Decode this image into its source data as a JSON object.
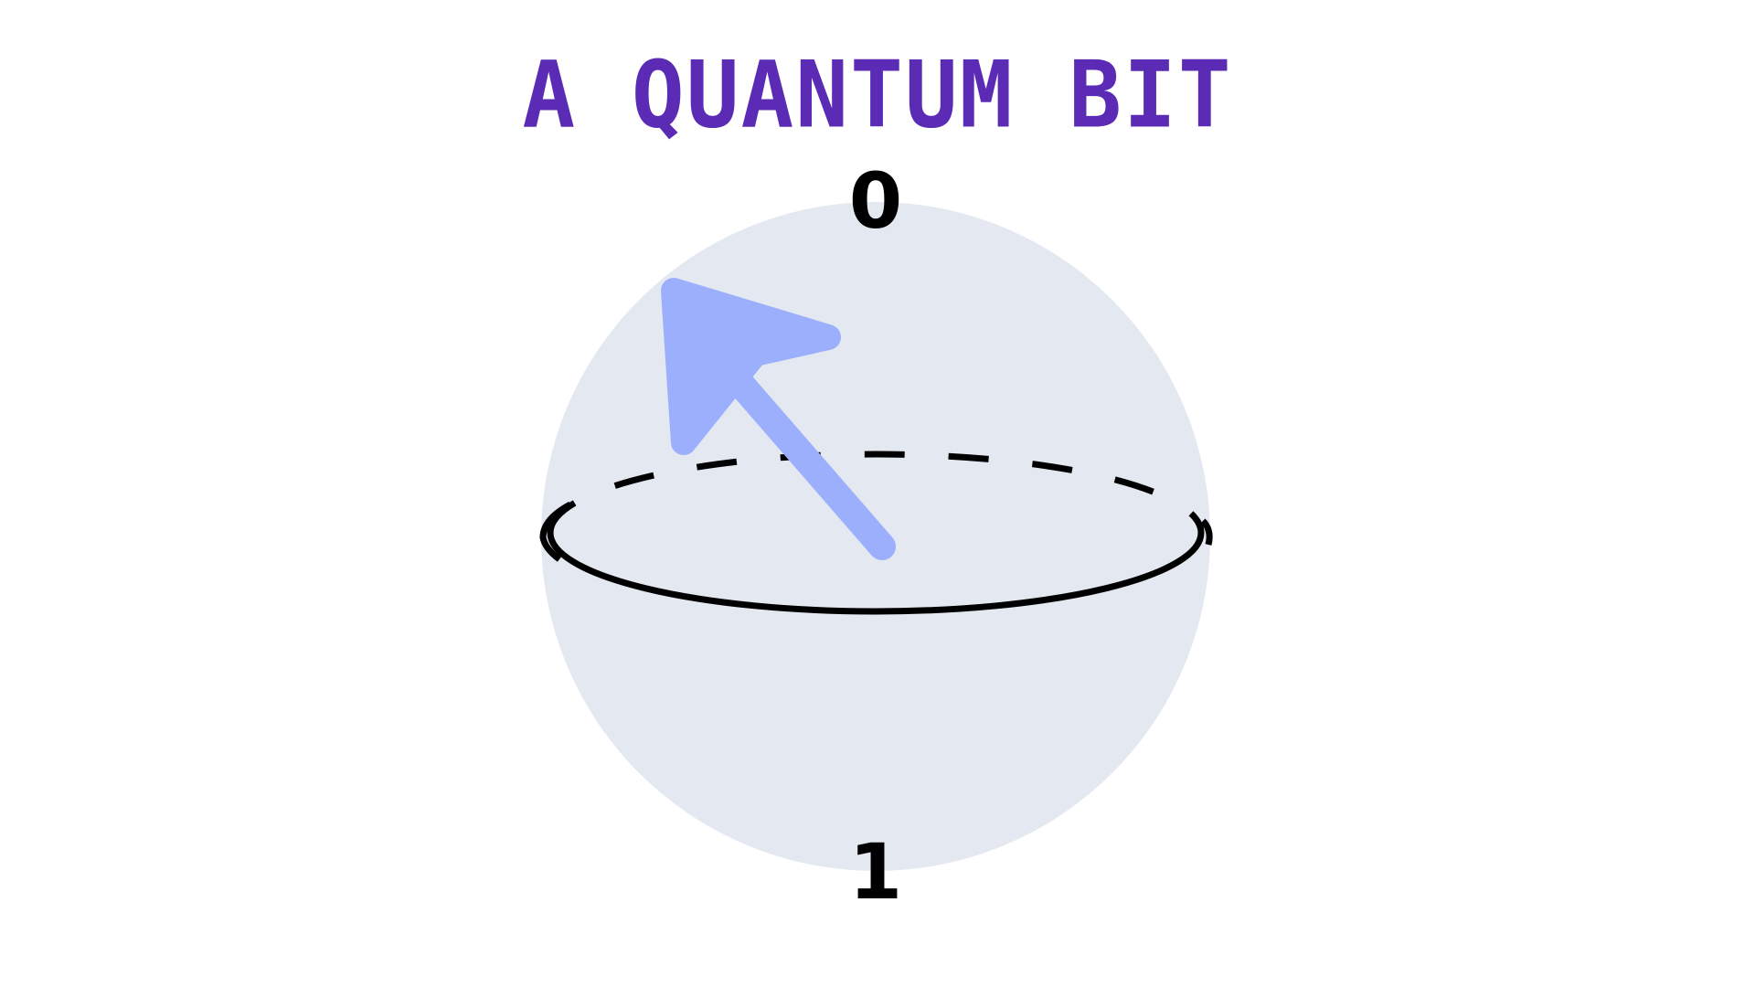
{
  "title": "A QUANTUM BIT",
  "poles": {
    "top": "0",
    "bottom": "1"
  },
  "colors": {
    "title": "#5b2bb5",
    "sphere": "#e3e8f1",
    "arrow": "#9caffc",
    "equator": "#000000"
  },
  "icons": {
    "state": "state-vector-arrow-icon"
  }
}
